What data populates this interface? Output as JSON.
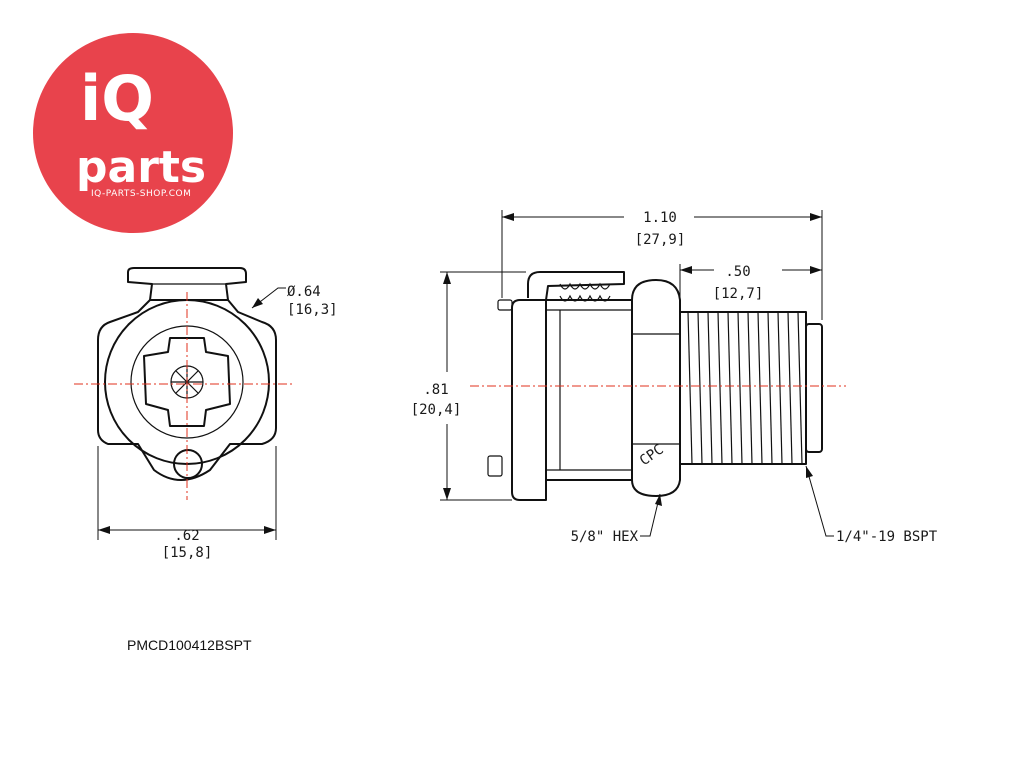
{
  "logo": {
    "brand_top": "iQ",
    "brand_bottom": "parts",
    "url": "IQ-PARTS-SHOP.COM",
    "color": "#e8434c"
  },
  "front_view": {
    "diameter_in": "Ø.64",
    "diameter_mm": "[16,3]",
    "width_in": ".62",
    "width_mm": "[15,8]"
  },
  "side_view": {
    "length_in": "1.10",
    "length_mm": "[27,9]",
    "thread_length_in": ".50",
    "thread_length_mm": "[12,7]",
    "height_in": ".81",
    "height_mm": "[20,4]",
    "hex_label": "5/8\" HEX",
    "thread_label": "1/4\"-19 BSPT",
    "body_mark": "CPC"
  },
  "part_number": "PMCD100412BSPT",
  "colors": {
    "line": "#111111",
    "centerline": "#e0301e"
  }
}
